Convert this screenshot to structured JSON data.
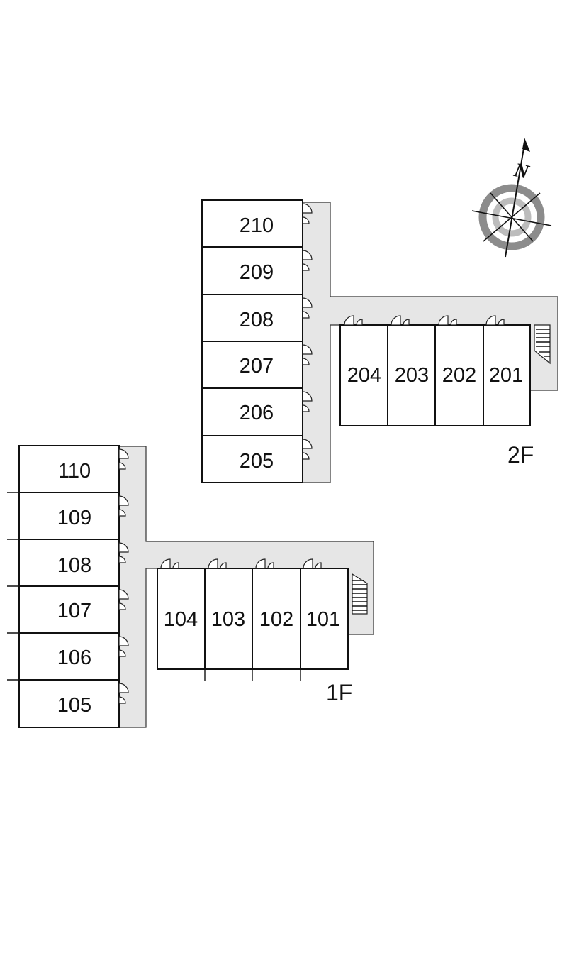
{
  "floors": [
    {
      "label": "2F",
      "units_vertical": [
        "210",
        "209",
        "208",
        "207",
        "206",
        "205"
      ],
      "units_horizontal": [
        "204",
        "203",
        "202",
        "201"
      ]
    },
    {
      "label": "1F",
      "units_vertical": [
        "110",
        "109",
        "108",
        "107",
        "106",
        "105"
      ],
      "units_horizontal": [
        "104",
        "103",
        "102",
        "101"
      ]
    }
  ],
  "compass": {
    "label": "N",
    "icon": "compass-rose-icon",
    "colors": {
      "outer_ring": "#8c8c8c",
      "inner_ring": "#bcbcbc",
      "needle": "#111111"
    }
  },
  "colors": {
    "corridor": "#e6e6e6",
    "wall": "#111111"
  }
}
